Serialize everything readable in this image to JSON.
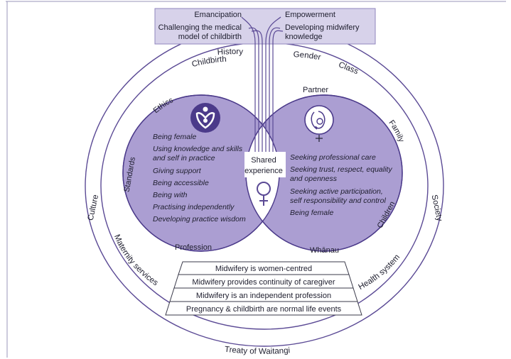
{
  "colors": {
    "lavender": "#d7d2ea",
    "lavender_mid": "#ab9ed2",
    "purple_dark": "#4b3a8a",
    "outline": "#5b4a95",
    "text": "#1e1e2e"
  },
  "top_box": {
    "left": [
      "Emancipation",
      "Challenging the medical",
      "model of childbirth"
    ],
    "right": [
      "Empowerment",
      "Developing midwifery",
      "knowledge"
    ]
  },
  "outer_ring": {
    "top_left": "History",
    "top_right_a": "Gender",
    "top_right_b": "Class",
    "left": "Culture",
    "right": "Society",
    "bottom": "Treaty of Waitangi"
  },
  "inner_ring": {
    "top": "Childbirth",
    "left": "Maternity services",
    "right": "Health system"
  },
  "left_circle": {
    "top_label": "Ethics",
    "side_label": "Standards",
    "bottom_label": "Profession",
    "icon": "midwife-logo-icon",
    "items": [
      "Being female",
      "Using knowledge and skills",
      "and self in practice",
      "Giving support",
      "Being accessible",
      "Being with",
      "Practising independently",
      "Developing practice wisdom"
    ]
  },
  "right_circle": {
    "top_label": "Partner",
    "side_label_a": "Family",
    "side_label_b": "Children",
    "bottom_label": "Whānau",
    "icon": "mother-and-baby-icon",
    "items": [
      "Seeking professional care",
      "Seeking trust, respect, equality",
      "and openness",
      "Seeking active participation,",
      "self responsibility and control",
      "Being female"
    ]
  },
  "center": {
    "line1": "Shared",
    "line2": "experience",
    "icon": "female-symbol-icon"
  },
  "pyramid": [
    "Midwifery is women-centred",
    "Midwifery provides continuity of caregiver",
    "Midwifery is an independent profession",
    "Pregnancy & childbirth are normal life events"
  ]
}
